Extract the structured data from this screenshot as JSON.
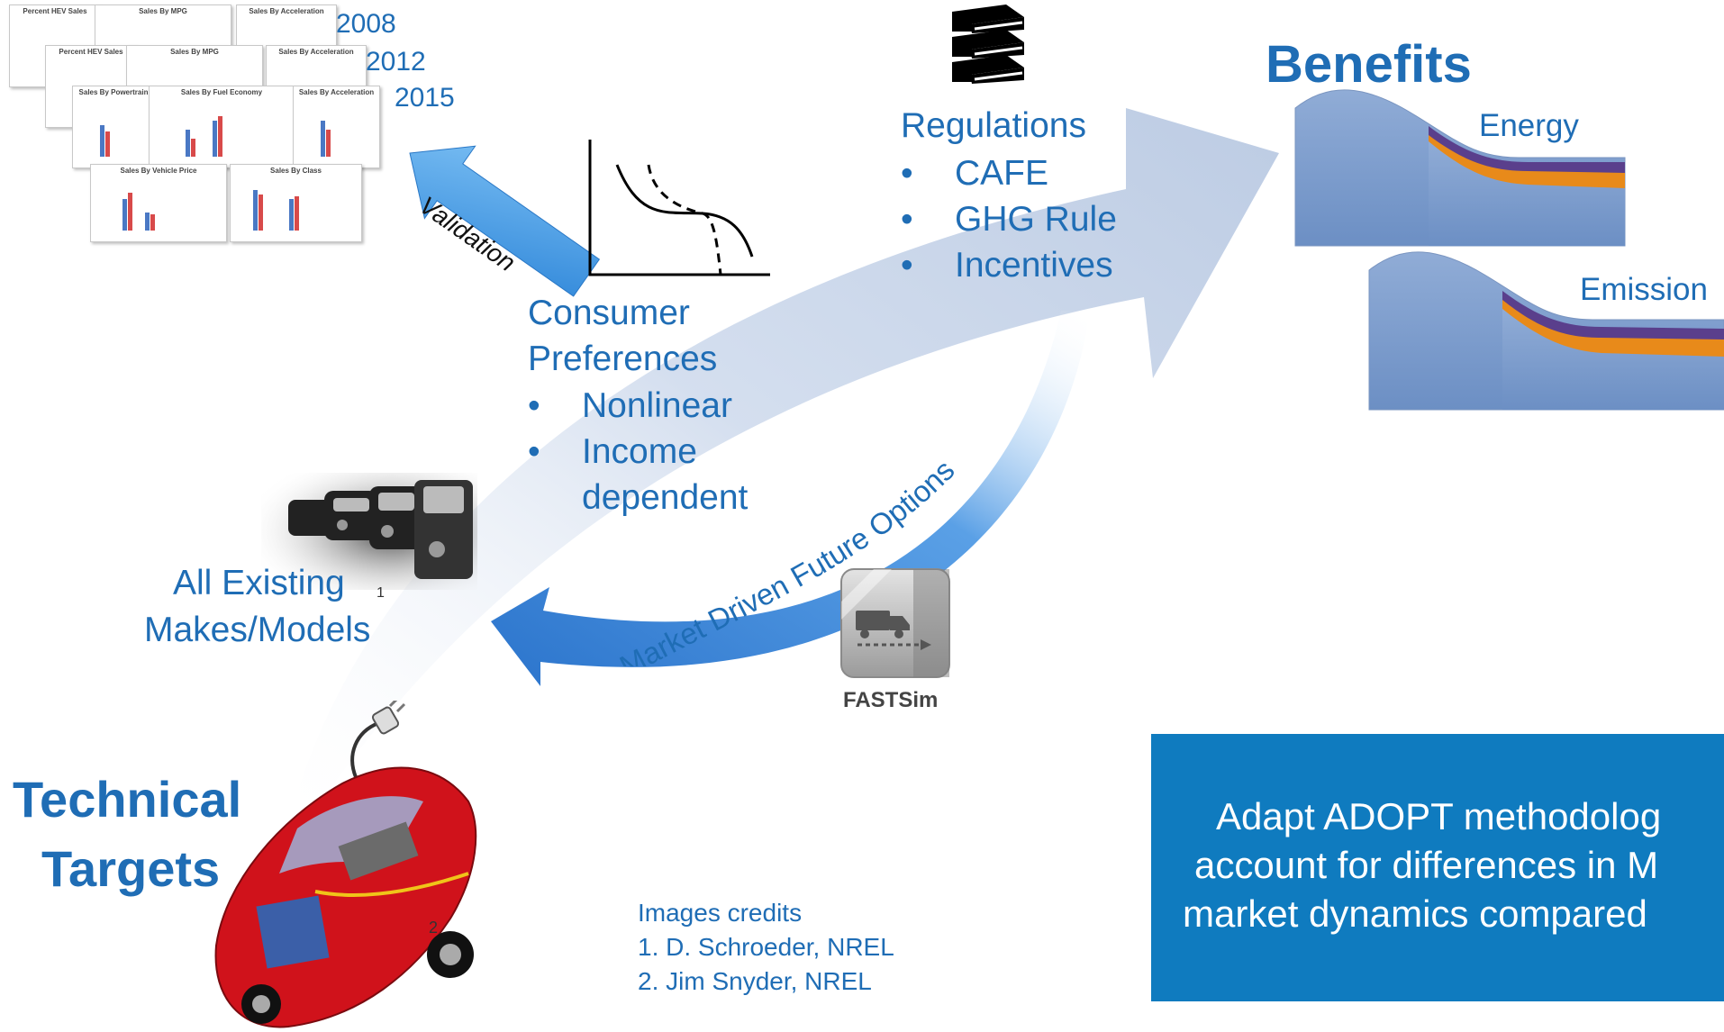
{
  "years": [
    "2008",
    "2012",
    "2015"
  ],
  "validation_label": "Validation",
  "regulations": {
    "heading": "Regulations",
    "items": [
      "CAFE",
      "GHG Rule",
      "Incentives"
    ],
    "bullet": "•"
  },
  "consumer": {
    "heading_line1": "Consumer",
    "heading_line2": "Preferences",
    "items": [
      "Nonlinear",
      "Income",
      "dependent"
    ],
    "bullet": "•"
  },
  "benefits": {
    "title": "Benefits",
    "energy_label": "Energy",
    "emission_label": "Emission"
  },
  "existing": {
    "line1": "All Existing",
    "line2": "Makes/Models",
    "ref": "1"
  },
  "market_driven_label": "Market Driven Future Options",
  "fastsim_label": "FASTSim",
  "technical": {
    "line1": "Technical",
    "line2": "Targets",
    "ref": "2"
  },
  "credits": {
    "title": "Images credits",
    "line1": "1. D. Schroeder, NREL",
    "line2": "2. Jim Snyder, NREL"
  },
  "callout": {
    "line1": "Adapt ADOPT methodolog",
    "line2": "account for differences in M",
    "line3": "market dynamics compared"
  },
  "mini_chart_titles": [
    "Percent HEV Sales",
    "Sales By MPG",
    "Sales By Acceleration",
    "Percent HEV Sales",
    "Sales By MPG",
    "Sales By Acceleration",
    "Sales By Powertrain",
    "Sales By Fuel Economy",
    "Sales By Acceleration",
    "Sales By Vehicle Price",
    "Sales By Class"
  ],
  "colors": {
    "primary_blue": "#1f6db5",
    "arrow_light": "#c9d6ea",
    "arrow_dark": "#2f7fd6",
    "callout_bg": "#0f7bbf",
    "energy_orange": "#e88a1a",
    "energy_purple": "#5a3f8c",
    "area_blue": "#7e9fcf",
    "car_red": "#d0121b"
  },
  "icons": [
    "books-icon",
    "truck-icon",
    "curve-chart-icon",
    "plug-icon",
    "cars-photo",
    "car-cutaway-photo"
  ]
}
